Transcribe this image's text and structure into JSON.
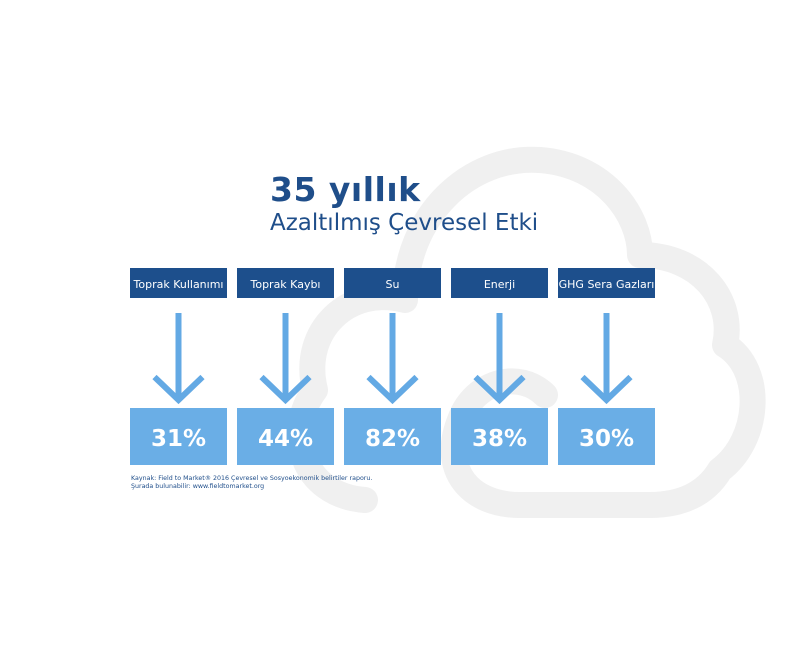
{
  "header": {
    "title": "35 yıllık",
    "subtitle": "Azaltılmış Çevresel Etki"
  },
  "colors": {
    "header_box": "#1d4f8c",
    "value_box": "#6aaee6",
    "arrow": "#63a9e4",
    "text_dark": "#1f4e8a",
    "watermark": "#f0f0f0"
  },
  "icons": {
    "arrow": "arrow-down-icon",
    "watermark": "cloud-icon"
  },
  "chart_data": {
    "type": "bar",
    "title": "35 yıllık",
    "subtitle": "Azaltılmış Çevresel Etki",
    "categories": [
      "Toprak Kullanımı",
      "Toprak Kaybı",
      "Su",
      "Enerji",
      "GHG Sera Gazları"
    ],
    "values": [
      31,
      44,
      82,
      38,
      30
    ],
    "value_labels": [
      "31%",
      "44%",
      "82%",
      "38%",
      "30%"
    ],
    "unit": "%"
  },
  "footnote": {
    "line1": "Kaynak: Field to Market® 2016 Çevresel ve Sosyoekonomik belirtiler raporu.",
    "line2": "Şurada bulunabilir: www.fieldtomarket.org"
  }
}
